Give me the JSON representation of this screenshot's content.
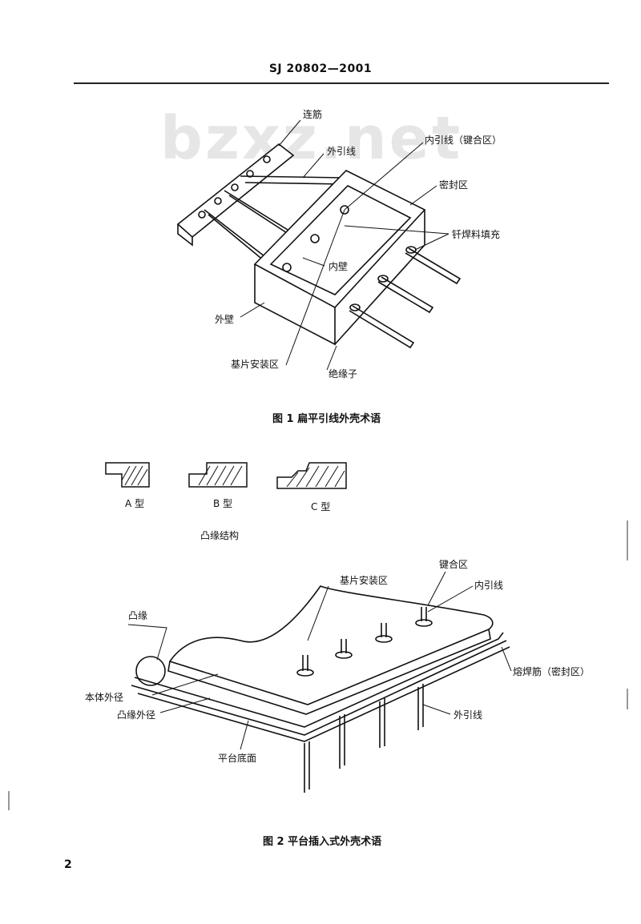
{
  "header": {
    "standard_no": "SJ 20802—2001"
  },
  "watermark": "bzxz.net",
  "figure1": {
    "labels": {
      "tie_bar": "连筋",
      "outer_lead": "外引线",
      "inner_lead": "内引线（键合区）",
      "seal_area": "密封区",
      "braze_fill": "钎焊料填充",
      "inner_wall": "内壁",
      "outer_wall": "外壁",
      "die_attach": "基片安装区",
      "insulator": "绝缘子"
    },
    "caption": "图 1   扁平引线外壳术语"
  },
  "flange": {
    "types": [
      "A 型",
      "B 型",
      "C 型"
    ],
    "caption": "凸缘结构"
  },
  "figure2": {
    "labels": {
      "bond_area": "键合区",
      "die_attach": "基片安装区",
      "inner_lead": "内引线",
      "flange": "凸缘",
      "body_diameter": "本体外径",
      "flange_diameter": "凸缘外径",
      "platform_bottom": "平台底面",
      "weld_ring": "熔焊筋（密封区）",
      "outer_lead": "外引线"
    },
    "caption": "图 2   平台插入式外壳术语"
  },
  "page_number": "2"
}
